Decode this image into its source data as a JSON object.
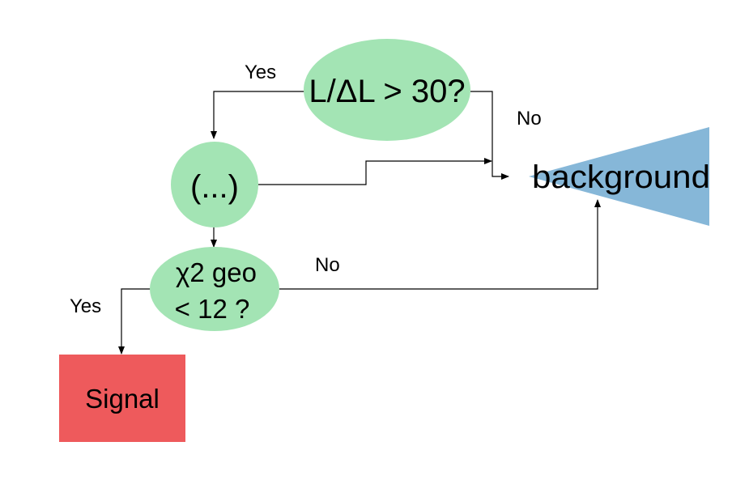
{
  "colors": {
    "decision_fill": "#a3e4b4",
    "signal_fill": "#ee5a5c",
    "background_fill": "#86b7d8",
    "line": "#000000"
  },
  "nodes": {
    "length_ratio": {
      "label": "L/ΔL > 30?"
    },
    "intermediate": {
      "label": "(...)"
    },
    "chi2": {
      "line1": "χ2 geo",
      "line2": "< 12 ?"
    },
    "signal": {
      "label": "Signal"
    },
    "background": {
      "label": "background"
    }
  },
  "edges": {
    "length_ratio_yes": "Yes",
    "length_ratio_no": "No",
    "chi2_no": "No",
    "chi2_yes": "Yes"
  }
}
